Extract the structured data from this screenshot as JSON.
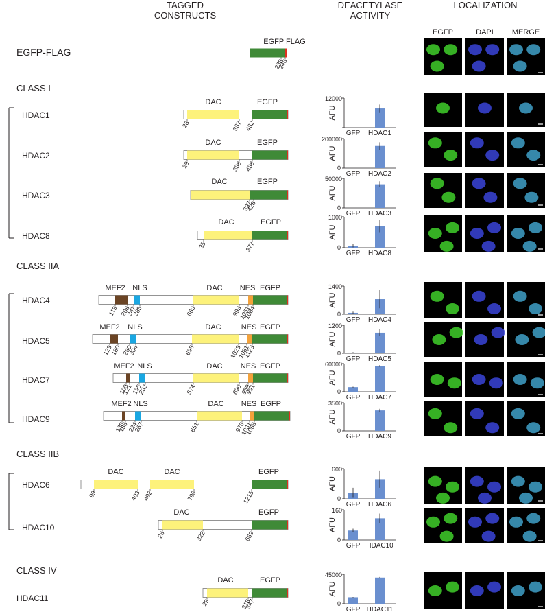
{
  "headers": {
    "constructs": "TAGGED\nCONSTRUCTS",
    "activity": "DEACETYLASE\nACTIVITY",
    "localization": "LOCALIZATION"
  },
  "channels": [
    "EGFP",
    "DAPI",
    "MERGE"
  ],
  "classes": [
    {
      "label": "CLASS I",
      "members": [
        "HDAC1",
        "HDAC2",
        "HDAC3",
        "HDAC8"
      ]
    },
    {
      "label": "CLASS IIA",
      "members": [
        "HDAC4",
        "HDAC5",
        "HDAC7",
        "HDAC9"
      ]
    },
    {
      "label": "CLASS IIB",
      "members": [
        "HDAC6",
        "HDAC10"
      ]
    },
    {
      "label": "CLASS IV",
      "members": [
        "HDAC11"
      ]
    }
  ],
  "control": {
    "label": "EGFP-FLAG",
    "tag_label": "EGFP FLAG",
    "ticks": [
      "238",
      "246"
    ]
  },
  "domain_labels": {
    "dac": "DAC",
    "egfp": "EGFP",
    "mef2": "MEF2",
    "nls": "NLS",
    "nes": "NES"
  },
  "colors": {
    "dac": "#fdf27b",
    "egfp": "#3f8a37",
    "flag": "#e03020",
    "mef2": "#6b4424",
    "nls": "#1aa7e2",
    "nes": "#f4a23a",
    "bar": "#6a8fcf",
    "cell_green": "#3fcf2a",
    "cell_blue": "#3a44d8"
  },
  "constructs": [
    {
      "name": "HDAC1",
      "ticks": [
        "28",
        "387",
        "482"
      ]
    },
    {
      "name": "HDAC2",
      "ticks": [
        "29",
        "388",
        "488"
      ]
    },
    {
      "name": "HDAC3",
      "ticks": [
        "397",
        "428"
      ]
    },
    {
      "name": "HDAC8",
      "ticks": [
        "35",
        "377"
      ]
    },
    {
      "name": "HDAC4",
      "ticks": [
        "119",
        "208",
        "247",
        "285",
        "669",
        "993",
        "1051",
        "1084"
      ]
    },
    {
      "name": "HDAC5",
      "ticks": [
        "123",
        "180",
        "260",
        "304",
        "698",
        "1023",
        "1081",
        "1123"
      ]
    },
    {
      "name": "HDAC7",
      "ticks": [
        "100",
        "121",
        "195",
        "232",
        "574",
        "899",
        "959",
        "991"
      ]
    },
    {
      "name": "HDAC9",
      "ticks": [
        "135",
        "156",
        "224",
        "267",
        "651",
        "976",
        "1031",
        "1066"
      ]
    },
    {
      "name": "HDAC6",
      "ticks": [
        "99",
        "403",
        "492",
        "796",
        "1215"
      ]
    },
    {
      "name": "HDAC10",
      "ticks": [
        "26",
        "322",
        "669"
      ]
    },
    {
      "name": "HDAC11",
      "ticks": [
        "29",
        "318",
        "347"
      ]
    }
  ],
  "chart_data": [
    {
      "type": "bar",
      "categories": [
        "GFP",
        "HDAC1"
      ],
      "values": [
        0,
        7800
      ],
      "errors": [
        0,
        1600
      ],
      "ylim": [
        0,
        12000
      ],
      "yticks": [
        "12000"
      ],
      "ylabel": "AFU"
    },
    {
      "type": "bar",
      "categories": [
        "GFP",
        "HDAC2"
      ],
      "values": [
        0,
        150000
      ],
      "errors": [
        0,
        25000
      ],
      "ylim": [
        0,
        200000
      ],
      "yticks": [
        "200000",
        "0"
      ],
      "ylabel": "AFU"
    },
    {
      "type": "bar",
      "categories": [
        "GFP",
        "HDAC3"
      ],
      "values": [
        0,
        40000
      ],
      "errors": [
        0,
        5000
      ],
      "ylim": [
        0,
        50000
      ],
      "yticks": [
        "50000",
        "0"
      ],
      "ylabel": "AFU"
    },
    {
      "type": "bar",
      "categories": [
        "GFP",
        "HDAC8"
      ],
      "values": [
        60,
        700
      ],
      "errors": [
        50,
        200
      ],
      "ylim": [
        0,
        1000
      ],
      "yticks": [
        "1000",
        "0"
      ],
      "ylabel": "AFU"
    },
    {
      "type": "bar",
      "categories": [
        "GFP",
        "HDAC4"
      ],
      "values": [
        70,
        750
      ],
      "errors": [
        60,
        450
      ],
      "ylim": [
        0,
        1400
      ],
      "yticks": [
        "1400",
        "0"
      ],
      "ylabel": "AFU"
    },
    {
      "type": "bar",
      "categories": [
        "GFP",
        "HDAC5"
      ],
      "values": [
        30,
        880
      ],
      "errors": [
        20,
        150
      ],
      "ylim": [
        0,
        1200
      ],
      "yticks": [
        "1200",
        "0"
      ],
      "ylabel": "AFU"
    },
    {
      "type": "bar",
      "categories": [
        "GFP",
        "HDAC7"
      ],
      "values": [
        10000,
        55000
      ],
      "errors": [
        1000,
        2000
      ],
      "ylim": [
        0,
        60000
      ],
      "yticks": [
        "60000",
        "0"
      ],
      "ylabel": "AFU"
    },
    {
      "type": "bar",
      "categories": [
        "GFP",
        "HDAC9"
      ],
      "values": [
        0,
        2550
      ],
      "errors": [
        0,
        200
      ],
      "ylim": [
        0,
        3500
      ],
      "yticks": [
        "3500",
        "0"
      ],
      "ylabel": "AFU"
    },
    {
      "type": "bar",
      "categories": [
        "GFP",
        "HDAC6"
      ],
      "values": [
        120,
        390
      ],
      "errors": [
        100,
        170
      ],
      "ylim": [
        0,
        600
      ],
      "yticks": [
        "600",
        "0"
      ],
      "ylabel": "AFU"
    },
    {
      "type": "bar",
      "categories": [
        "GFP",
        "HDAC10"
      ],
      "values": [
        50,
        115
      ],
      "errors": [
        10,
        25
      ],
      "ylim": [
        0,
        160
      ],
      "yticks": [
        "160",
        "0"
      ],
      "ylabel": "AFU"
    },
    {
      "type": "bar",
      "categories": [
        "GFP",
        "HDAC11"
      ],
      "values": [
        10000,
        40000
      ],
      "errors": [
        500,
        1000
      ],
      "ylim": [
        0,
        45000
      ],
      "yticks": [
        "45000",
        "0"
      ],
      "ylabel": "AFU"
    }
  ]
}
